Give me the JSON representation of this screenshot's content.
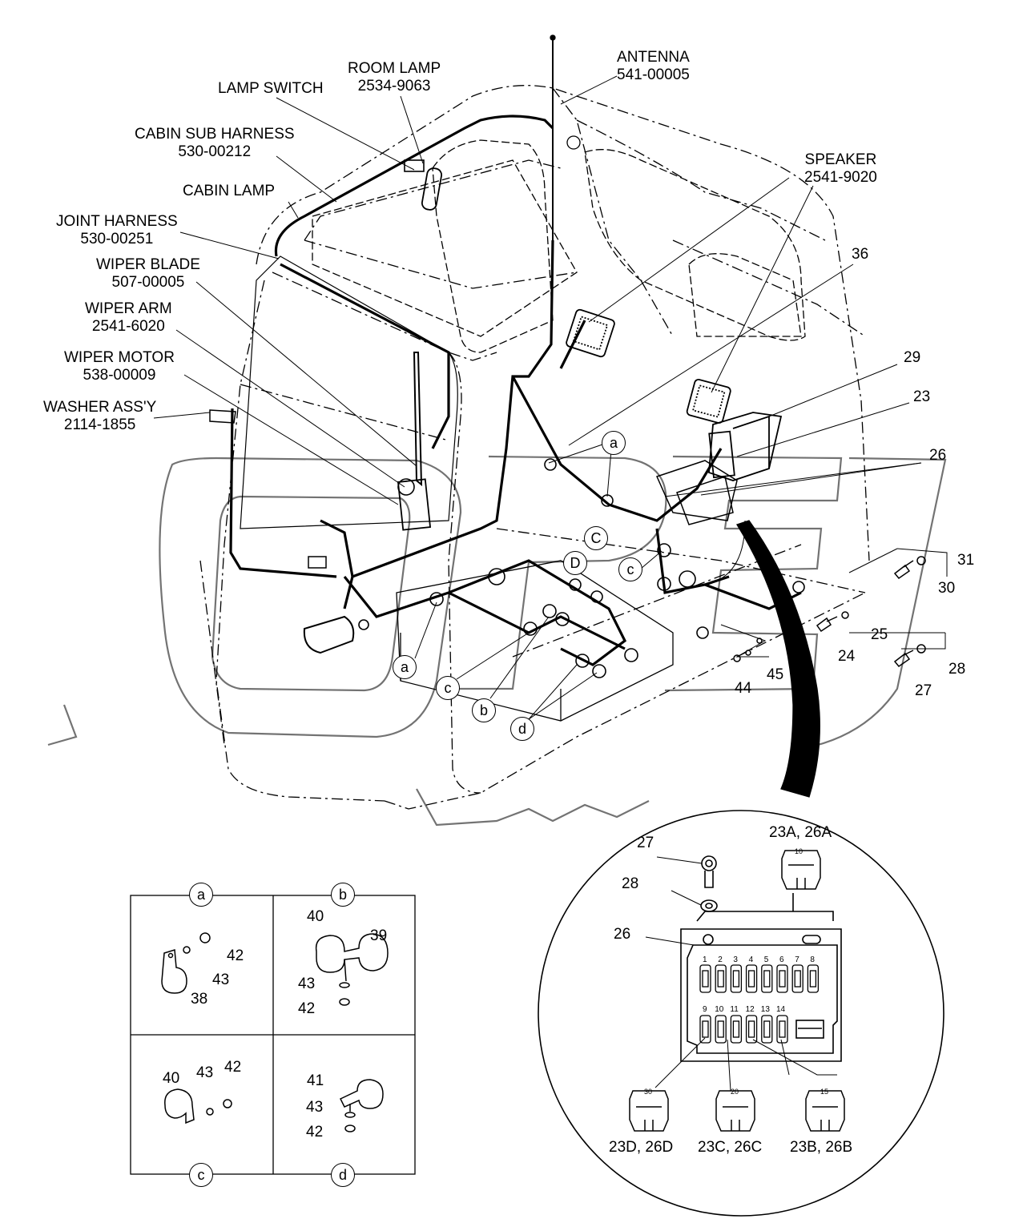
{
  "labels": {
    "antenna": {
      "name": "ANTENNA",
      "part": "541-00005"
    },
    "room_lamp": {
      "name": "ROOM LAMP",
      "part": "2534-9063"
    },
    "lamp_switch": {
      "name": "LAMP SWITCH"
    },
    "cabin_sub_harness": {
      "name": "CABIN SUB HARNESS",
      "part": "530-00212"
    },
    "cabin_lamp": {
      "name": "CABIN LAMP"
    },
    "joint_harness": {
      "name": "JOINT HARNESS",
      "part": "530-00251"
    },
    "wiper_blade": {
      "name": "WIPER BLADE",
      "part": "507-00005"
    },
    "wiper_arm": {
      "name": "WIPER ARM",
      "part": "2541-6020"
    },
    "wiper_motor": {
      "name": "WIPER MOTOR",
      "part": "538-00009"
    },
    "washer": {
      "name": "WASHER ASS'Y",
      "part": "2114-1855"
    },
    "speaker": {
      "name": "SPEAKER",
      "part": "2541-9020"
    }
  },
  "item_numbers": {
    "n36": "36",
    "n29": "29",
    "n23": "23",
    "n26": "26",
    "n31": "31",
    "n30": "30",
    "n25": "25",
    "n24": "24",
    "n28": "28",
    "n27": "27",
    "n45": "45",
    "n44": "44"
  },
  "circle_refs": {
    "a": "a",
    "b": "b",
    "c": "c",
    "d": "d",
    "C": "C",
    "D": "D"
  },
  "detail_panel": {
    "a": {
      "tag": "a",
      "n42": "42",
      "n43": "43",
      "n38": "38"
    },
    "b": {
      "tag": "b",
      "n40": "40",
      "n39": "39",
      "n43": "43",
      "n42": "42"
    },
    "c": {
      "tag": "c",
      "n40": "40",
      "n43": "43",
      "n42": "42"
    },
    "d": {
      "tag": "d",
      "n41": "41",
      "n43": "43",
      "n42": "42"
    }
  },
  "fuse_detail": {
    "n27": "27",
    "n28": "28",
    "n26": "26",
    "fuse_a": "23A, 26A",
    "fuse_b": "23B, 26B",
    "fuse_c": "23C, 26C",
    "fuse_d": "23D, 26D",
    "rating_a": "10",
    "rating_b": "15",
    "rating_c": "20",
    "rating_d": "30",
    "top_slots": [
      "1",
      "2",
      "3",
      "4",
      "5",
      "6",
      "7",
      "8"
    ],
    "bottom_slots": [
      "9",
      "10",
      "11",
      "12",
      "13",
      "14"
    ]
  },
  "colors": {
    "line": "#000000",
    "background": "#ffffff",
    "watermark": "#000000"
  }
}
